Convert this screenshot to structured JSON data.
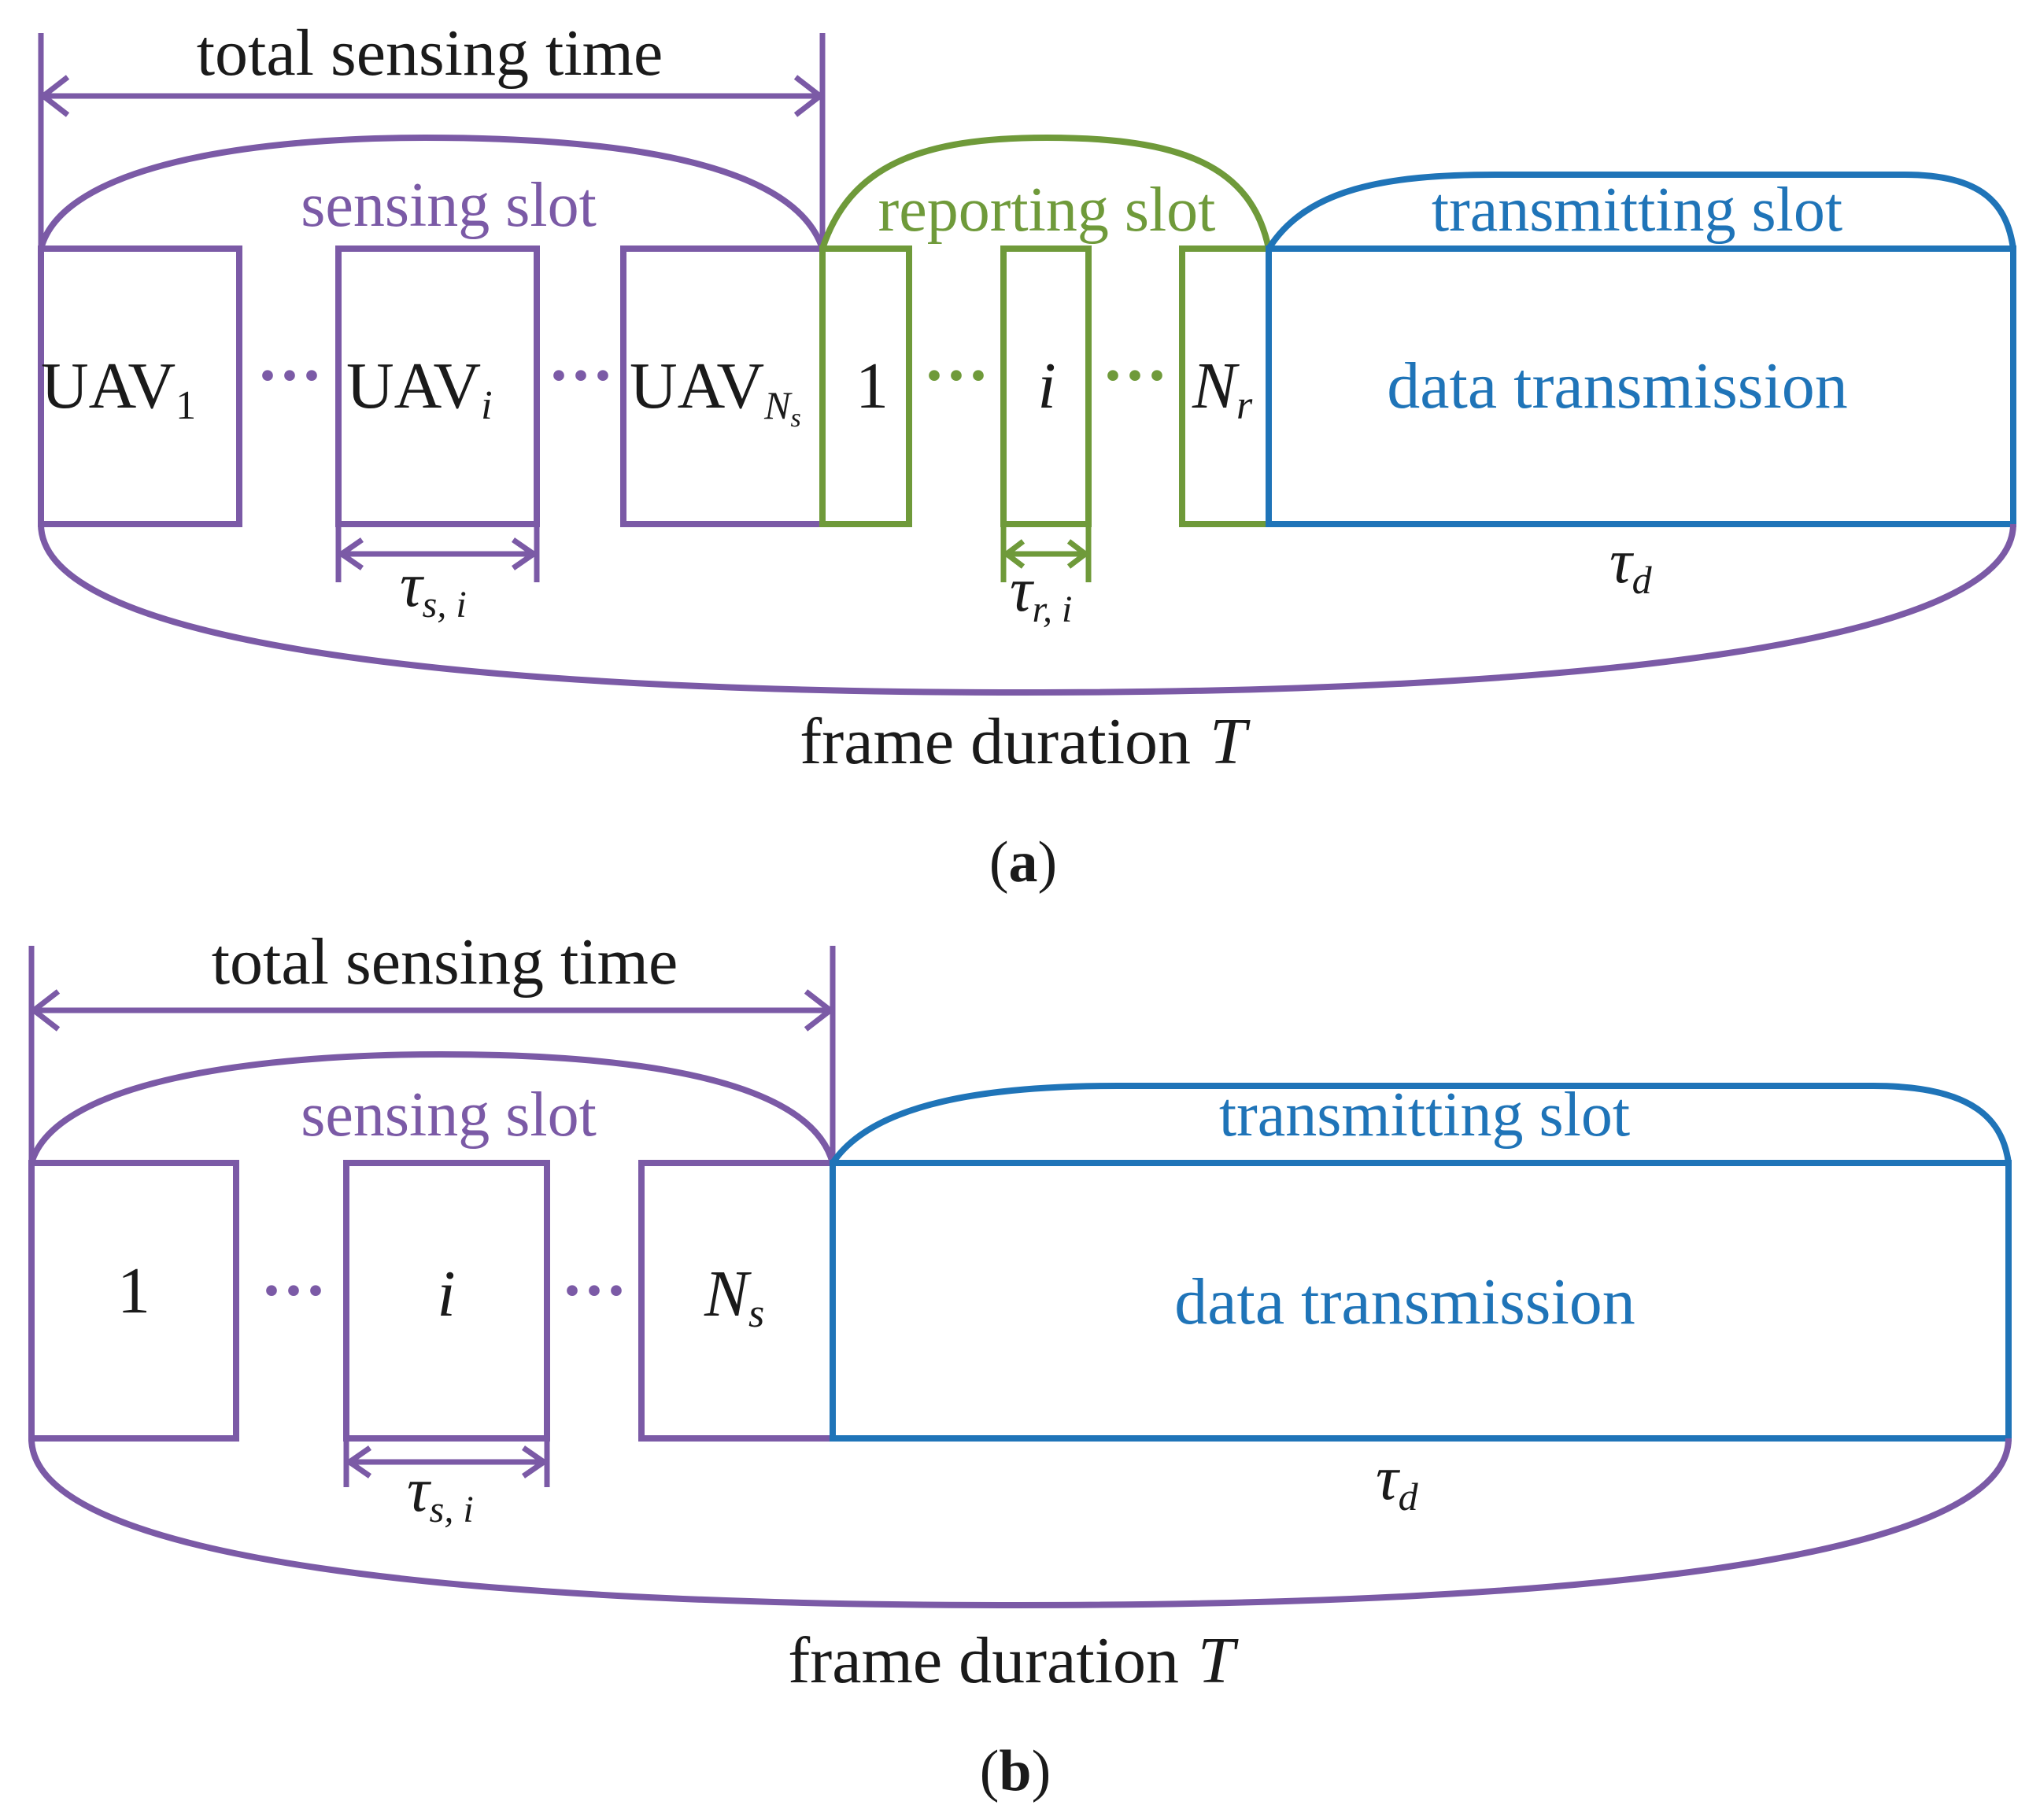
{
  "colors": {
    "sensing": "#7b5aa6",
    "reporting": "#6f9a3a",
    "transmitting": "#1f74b8",
    "text": "#1a1a1a"
  },
  "panel_a": {
    "total_sensing_time": "total sensing time",
    "sensing_slot": "sensing slot",
    "reporting_slot": "reporting slot",
    "transmitting_slot": "transmitting slot",
    "uav_base": "UAV",
    "uav_sub_1": "1",
    "uav_sub_i": "i",
    "uav_sub_n": "N",
    "uav_sub_n_sub": "s",
    "report_1": "1",
    "report_i": "i",
    "report_n": "N",
    "report_n_sub": "r",
    "dots": "···",
    "data_transmission": "data transmission",
    "tau": "τ",
    "tau_s_sub": "s, i",
    "tau_r_sub": "r, i",
    "tau_d_sub": "d",
    "frame_duration": "frame duration",
    "frame_symbol": "T",
    "caption": "a"
  },
  "panel_b": {
    "total_sensing_time": "total sensing time",
    "sensing_slot": "sensing slot",
    "transmitting_slot": "transmitting slot",
    "slot_1": "1",
    "slot_i": "i",
    "slot_n": "N",
    "slot_n_sub": "s",
    "dots": "···",
    "data_transmission": "data transmission",
    "tau": "τ",
    "tau_s_sub": "s, i",
    "tau_d_sub": "d",
    "frame_duration": "frame duration",
    "frame_symbol": "T",
    "caption": "b"
  }
}
